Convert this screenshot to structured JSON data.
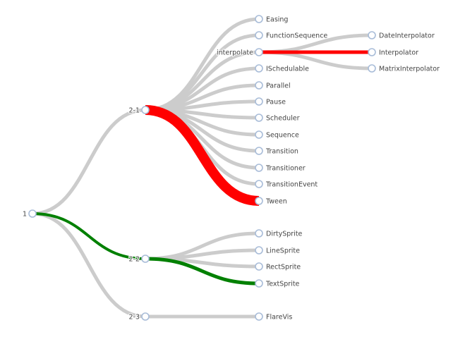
{
  "colors": {
    "edge": "#cccccc",
    "node_stroke": "#a8bcd8",
    "node_fill": "#ffffff"
  },
  "tree": {
    "name": "1",
    "children": [
      {
        "name": "2-1",
        "edge_color": "#cccccc",
        "children": [
          {
            "name": "Easing"
          },
          {
            "name": "FunctionSequence"
          },
          {
            "name": "interpolate",
            "children": [
              {
                "name": "DateInterpolator"
              },
              {
                "name": "Interpolator",
                "edge_color": "#ff0000"
              },
              {
                "name": "MatrixInterpolator"
              }
            ]
          },
          {
            "name": "ISchedulable"
          },
          {
            "name": "Parallel"
          },
          {
            "name": "Pause"
          },
          {
            "name": "Scheduler"
          },
          {
            "name": "Sequence"
          },
          {
            "name": "Transition"
          },
          {
            "name": "Transitioner"
          },
          {
            "name": "TransitionEvent"
          },
          {
            "name": "Tween",
            "edge_color": "#ff0000",
            "edge_emphasis": "thick"
          }
        ]
      },
      {
        "name": "2-2",
        "edge_color": "#008000",
        "children": [
          {
            "name": "DirtySprite"
          },
          {
            "name": "LineSprite"
          },
          {
            "name": "RectSprite"
          },
          {
            "name": "TextSprite",
            "edge_color": "#008000"
          }
        ]
      },
      {
        "name": "2-3",
        "children": [
          {
            "name": "FlareVis"
          }
        ]
      }
    ]
  }
}
